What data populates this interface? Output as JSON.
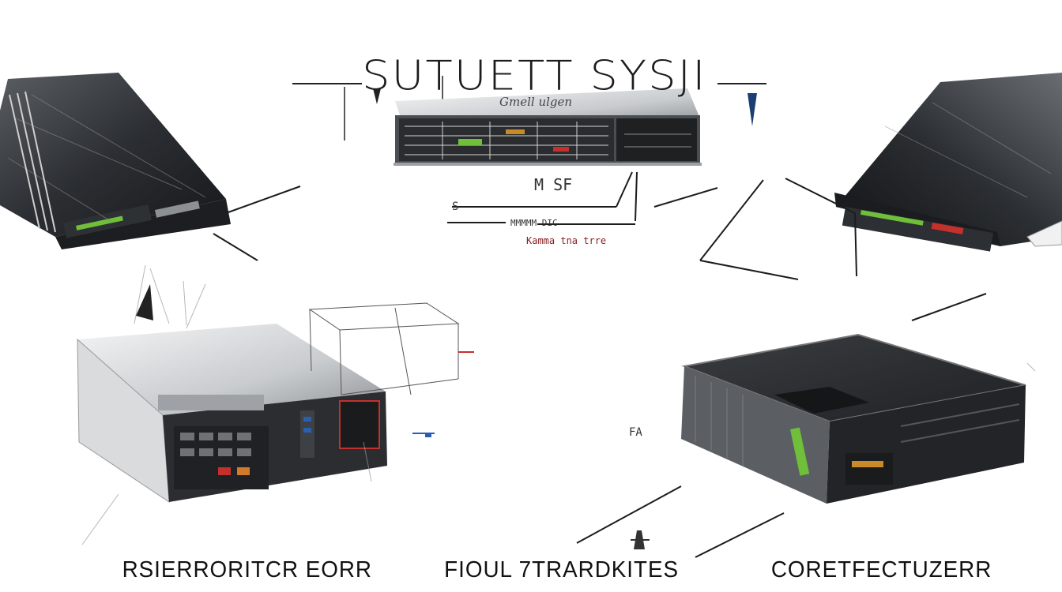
{
  "heading": {
    "title": "SUTUETT SYSJI",
    "subtitle": "Gmell ulgen"
  },
  "annotations": {
    "center_label_a": "M SF",
    "center_label_b": "S",
    "center_label_c": "MMMMM DIC",
    "center_label_d": "Kamma tna trre",
    "mid_small": "FA"
  },
  "captions": {
    "left": "RSIERRORITCR  EORR",
    "center": "FIOUL  7TRARDKITES",
    "right": "CORETFECTUZERR"
  },
  "colors": {
    "background": "#ffffff",
    "device_dark": "#2a2d31",
    "device_silver": "#b9bcc0",
    "accent_green": "#6fbf3a",
    "accent_red": "#c4302b",
    "accent_blue": "#2a5fb0"
  }
}
